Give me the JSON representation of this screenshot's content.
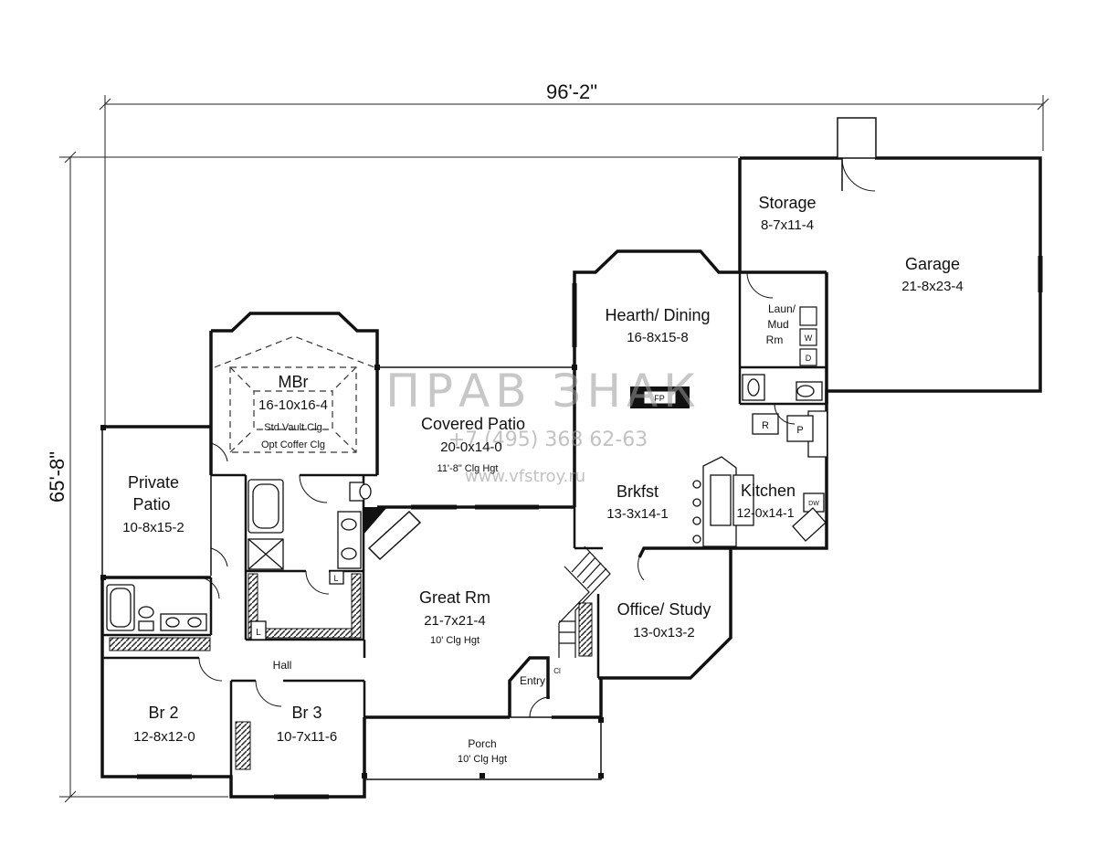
{
  "dimensions": {
    "overall_width": "96'-2\"",
    "overall_depth": "65'-8\""
  },
  "rooms": {
    "storage": {
      "name": "Storage",
      "size": "8-7x11-4"
    },
    "garage": {
      "name": "Garage",
      "size": "21-8x23-4"
    },
    "hearth_dining": {
      "name": "Hearth/ Dining",
      "size": "16-8x15-8"
    },
    "laun_mud": {
      "line1": "Laun/",
      "line2": "Mud",
      "line3": "Rm"
    },
    "mbr": {
      "name": "MBr",
      "size": "16-10x16-4",
      "note1": "Std Vault Clg",
      "note2": "Opt Coffer Clg"
    },
    "covered_patio": {
      "name": "Covered Patio",
      "size": "20-0x14-0",
      "note": "11'-8\" Clg Hgt"
    },
    "private_patio": {
      "line1": "Private",
      "line2": "Patio",
      "size": "10-8x15-2"
    },
    "brkfst": {
      "name": "Brkfst",
      "size": "13-3x14-1"
    },
    "kitchen": {
      "name": "Kitchen",
      "size": "12-0x14-1"
    },
    "great_rm": {
      "name": "Great Rm",
      "size": "21-7x21-4",
      "note": "10' Clg Hgt"
    },
    "office_study": {
      "name": "Office/ Study",
      "size": "13-0x13-2"
    },
    "hall": {
      "name": "Hall"
    },
    "entry": {
      "name": "Entry"
    },
    "br2": {
      "name": "Br 2",
      "size": "12-8x12-0"
    },
    "br3": {
      "name": "Br 3",
      "size": "10-7x11-6"
    },
    "porch": {
      "name": "Porch",
      "note": "10' Clg Hgt"
    }
  },
  "fixtures": {
    "fireplace": "FP",
    "refrigerator": "R",
    "pantry": "P",
    "dishwasher": "DW",
    "washer": "W",
    "dryer": "D",
    "linen": "L",
    "linen_hall": "L",
    "coats": "Cl"
  },
  "watermark": {
    "brand": "ПРАВ ЗНАК",
    "phone": "+7 (495) 368 62-63",
    "site": "www.vfstroy.ru"
  }
}
